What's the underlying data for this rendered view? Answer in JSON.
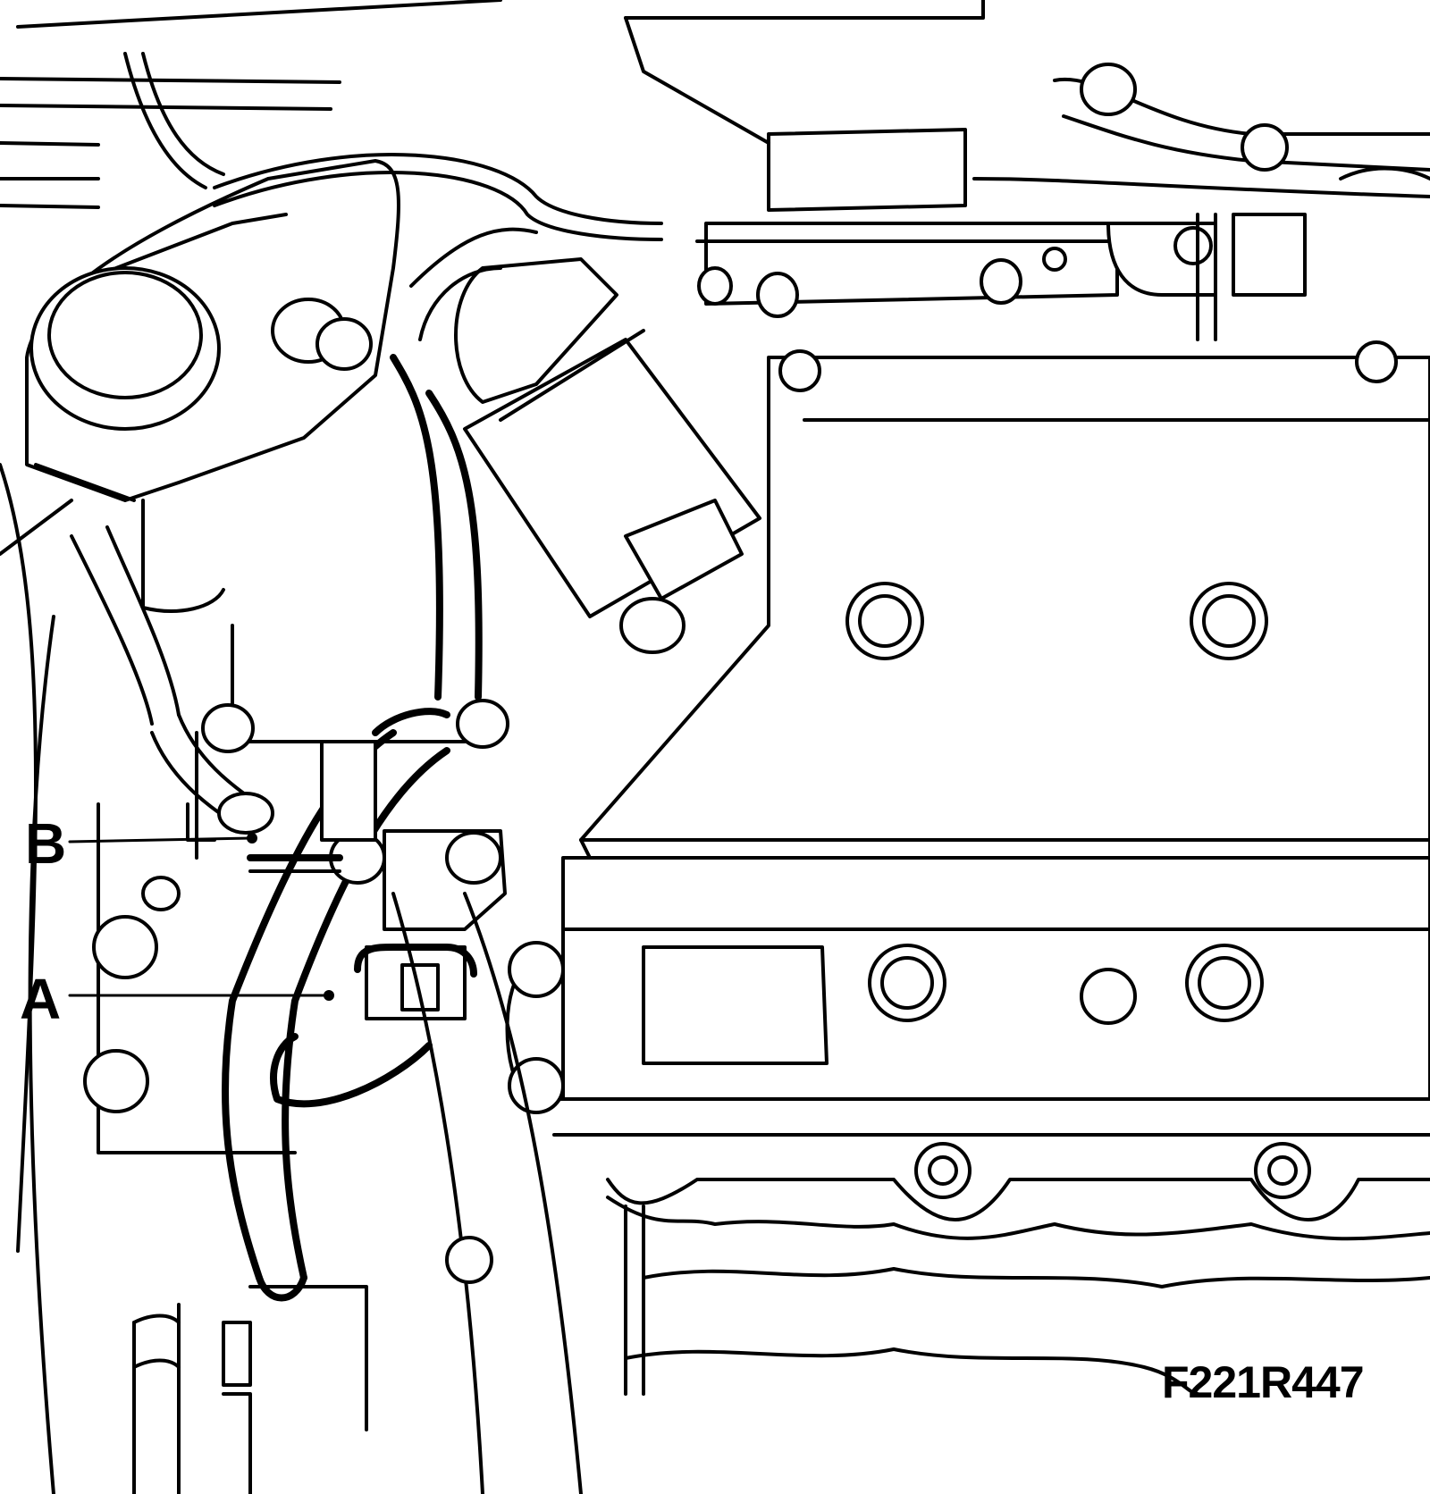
{
  "callouts": {
    "a": "A",
    "b": "B"
  },
  "figure_code": "F221R447",
  "colors": {
    "line": "#000000",
    "background": "#ffffff"
  }
}
